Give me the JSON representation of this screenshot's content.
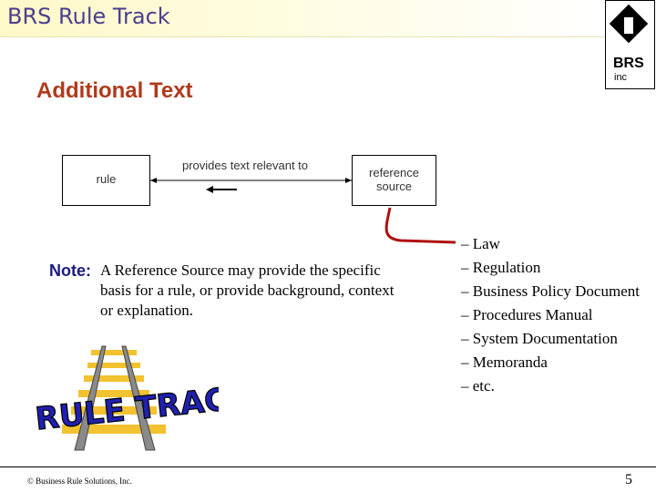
{
  "header": {
    "title": "BRS Rule Track"
  },
  "logo": {
    "brand": "BRS",
    "suffix": "inc"
  },
  "section_heading": "Additional Text",
  "diagram": {
    "left_box": "rule",
    "relation": "provides text relevant to",
    "right_box_line1": "reference",
    "right_box_line2": "source"
  },
  "note": {
    "label": "Note:",
    "text": "A Reference Source may provide the specific basis for a rule, or provide background, context or explanation."
  },
  "sources": [
    "– Law",
    "– Regulation",
    "– Business Policy Document",
    "– Procedures Manual",
    "– System Documentation",
    "– Memoranda",
    "– etc."
  ],
  "logo_art": {
    "text": "RULE TRACK"
  },
  "footer": {
    "copyright": "© Business Rule Solutions, Inc.",
    "page": "5"
  },
  "colors": {
    "heading": "#b03a1a",
    "title": "#4a3f8f",
    "note_label": "#1a1a80",
    "connector": "#b01010",
    "rails": "#f2c230"
  }
}
